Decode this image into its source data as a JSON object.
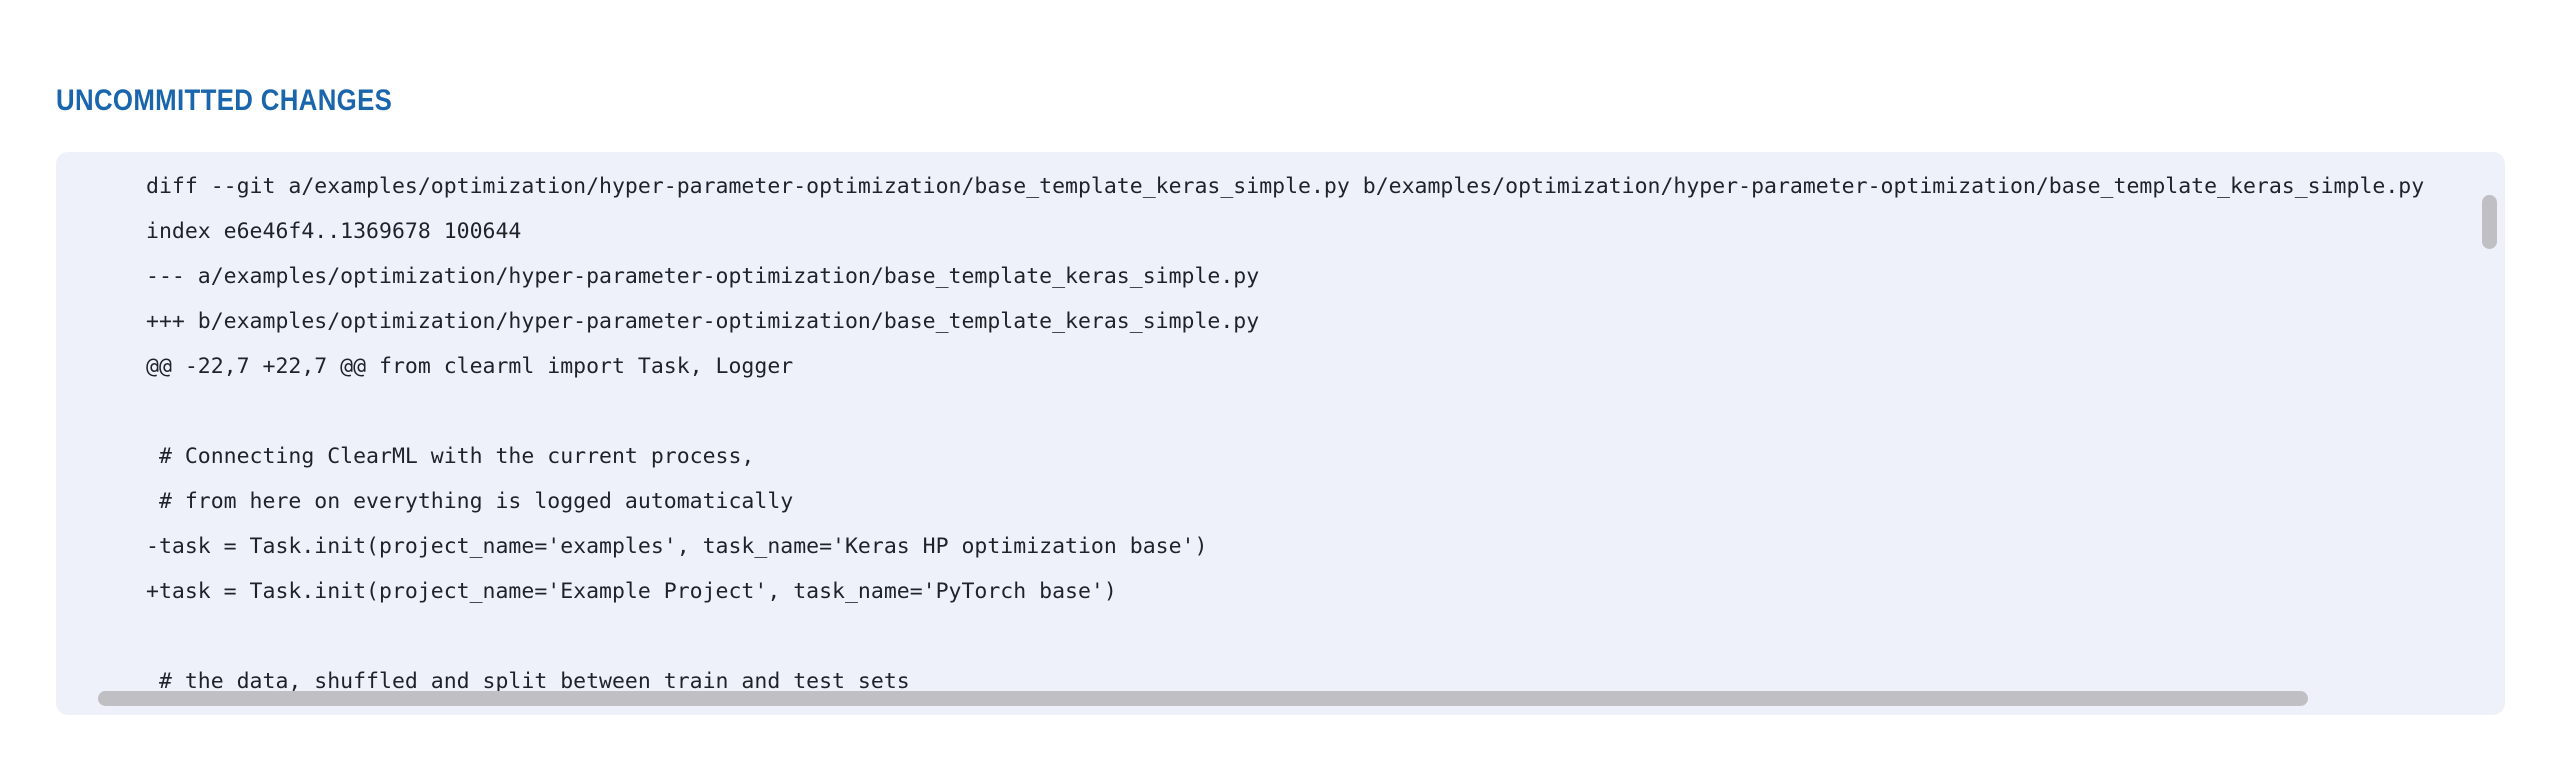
{
  "section": {
    "title": "UNCOMMITTED CHANGES",
    "title_color": "#1a66ad"
  },
  "diff": {
    "panel_background": "#eef1fa",
    "text_color": "#1f2328",
    "lines": [
      "diff --git a/examples/optimization/hyper-parameter-optimization/base_template_keras_simple.py b/examples/optimization/hyper-parameter-optimization/base_template_keras_simple.py",
      "index e6e46f4..1369678 100644",
      "--- a/examples/optimization/hyper-parameter-optimization/base_template_keras_simple.py",
      "+++ b/examples/optimization/hyper-parameter-optimization/base_template_keras_simple.py",
      "@@ -22,7 +22,7 @@ from clearml import Task, Logger",
      "",
      " # Connecting ClearML with the current process,",
      " # from here on everything is logged automatically",
      "-task = Task.init(project_name='examples', task_name='Keras HP optimization base')",
      "+task = Task.init(project_name='Example Project', task_name='PyTorch base')",
      "",
      " # the data, shuffled and split between train and test sets"
    ],
    "line_0": "diff --git a/examples/optimization/hyper-parameter-optimization/base_template_keras_simple.py b/examples/optimization/hyper-parameter-optimization/base_template_keras_simple.py",
    "line_1": "index e6e46f4..1369678 100644",
    "line_2": "--- a/examples/optimization/hyper-parameter-optimization/base_template_keras_simple.py",
    "line_3": "+++ b/examples/optimization/hyper-parameter-optimization/base_template_keras_simple.py",
    "line_4": "@@ -22,7 +22,7 @@ from clearml import Task, Logger",
    "line_5": "",
    "line_6": " # Connecting ClearML with the current process,",
    "line_7": " # from here on everything is logged automatically",
    "line_8": "-task = Task.init(project_name='examples', task_name='Keras HP optimization base')",
    "line_9": "+task = Task.init(project_name='Example Project', task_name='PyTorch base')",
    "line_10": "",
    "line_11": " # the data, shuffled and split between train and test sets",
    "scrollbar_color": "#bfbfc4"
  }
}
